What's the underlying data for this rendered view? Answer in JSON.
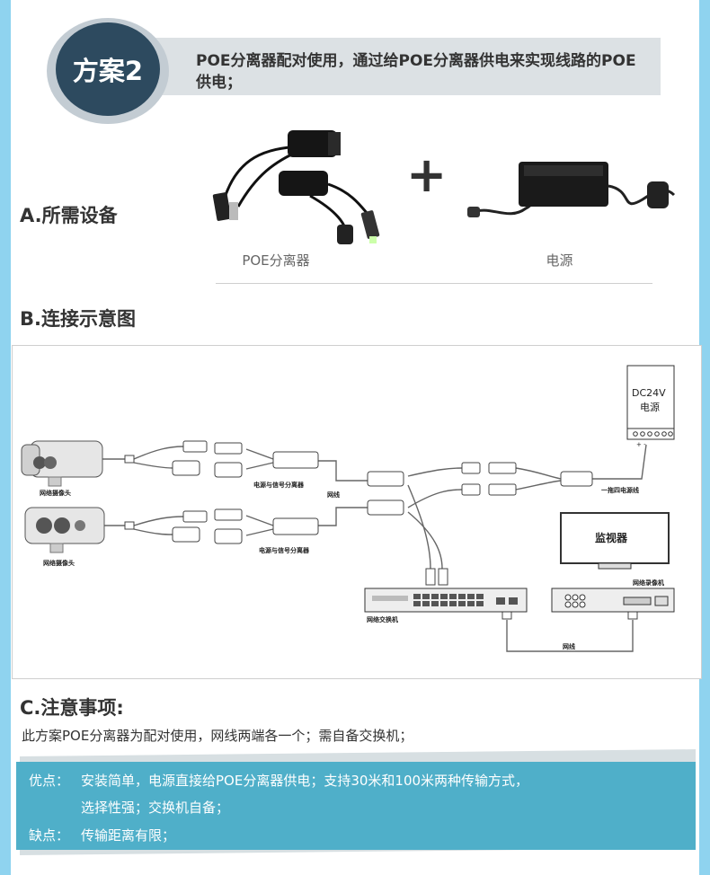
{
  "header": {
    "badge": "方案2",
    "description": "POE分离器配对使用，通过给POE分离器供电来实现线路的POE供电；"
  },
  "sectionA": {
    "title": "A.所需设备",
    "items": [
      {
        "caption": "POE分离器",
        "icon": "poe-splitter-cables"
      },
      {
        "caption": "电源",
        "icon": "power-adapter"
      }
    ],
    "plus": "+"
  },
  "sectionB": {
    "title": "B.连接示意图",
    "labels": {
      "power": "DC24V\n电源",
      "power_line1": "DC24V",
      "power_line2": "电源",
      "camera1": "网络摄像头",
      "camera2": "网络摄像头",
      "splitter1": "电源与信号分离器",
      "splitter2": "电源与信号分离器",
      "cable": "网线",
      "one_to_four": "一拖四电源线",
      "monitor": "监视器",
      "nvr": "网络录像机",
      "switch": "网络交换机",
      "cable_bottom": "网线",
      "terminal_signs": "+ -"
    }
  },
  "sectionC": {
    "title": "C.注意事项:",
    "note": "此方案POE分离器为配对使用，网线两端各一个；需自备交换机；",
    "pros_label": "优点：",
    "pros_line1": "安装简单，电源直接给POE分离器供电；支持30米和100米两种传输方式，",
    "pros_line2": "选择性强；交换机自备；",
    "cons_label": "缺点：",
    "cons_text": "传输距离有限；"
  },
  "colors": {
    "badge": "#2d4a5f",
    "header_bar": "#dce1e4",
    "pros_bg": "#4fafc9",
    "side_border": "#8fd3ef"
  }
}
